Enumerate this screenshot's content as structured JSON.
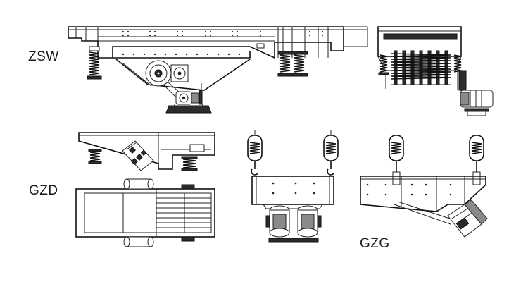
{
  "labels": {
    "zsw": "ZSW",
    "gzd": "GZD",
    "gzg": "GZG"
  },
  "icons": {
    "zsw_side": "vibrating-grizzly-feeder-side-view",
    "zsw_end": "vibrating-grizzly-feeder-end-view",
    "gzd_side": "electromagnetic-feeder-side-view",
    "gzd_top": "electromagnetic-feeder-top-view",
    "gzg_end": "suspended-feeder-end-view",
    "gzg_side": "suspended-feeder-side-view"
  },
  "colors": {
    "line": "#222222",
    "background": "#ffffff"
  }
}
